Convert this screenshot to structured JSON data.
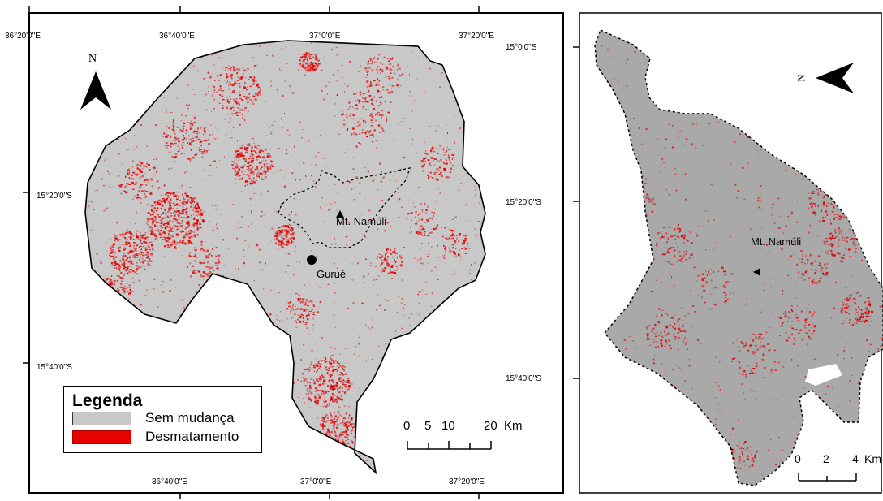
{
  "left_map": {
    "top_ticks": [
      "36°20'0\"E",
      "36°40'0\"E",
      "37°0'0\"E",
      "37°20'0\"E"
    ],
    "bottom_ticks": [
      "36°40'0\"E",
      "37°0'0\"E",
      "37°20'0\"E"
    ],
    "left_ticks": [
      "15°20'0\"S",
      "15°40'0\"S"
    ],
    "north_label": "N",
    "places": {
      "mountain": "Mt. Namúli",
      "town": "Gurué"
    },
    "legend": {
      "title": "Legenda",
      "items": [
        {
          "label": "Sem mudança",
          "color": "#c8c8c8"
        },
        {
          "label": "Desmatamento",
          "color": "#e60000"
        }
      ]
    },
    "scale_bar": {
      "labels": [
        "0",
        "5",
        "10",
        "20"
      ],
      "unit": "Km"
    }
  },
  "right_map": {
    "left_ticks": [
      "15°0'0\"S",
      "15°20'0\"S",
      "15°40'0\"S"
    ],
    "north_label": "N",
    "places": {
      "mountain": "Mt. Namúli"
    },
    "scale_bar": {
      "labels": [
        "0",
        "2",
        "4"
      ],
      "unit": "Km"
    }
  },
  "colors": {
    "no_change": "#c8c8c8",
    "no_change_inset": "#a9a9a9",
    "deforestation": "#e60000"
  }
}
